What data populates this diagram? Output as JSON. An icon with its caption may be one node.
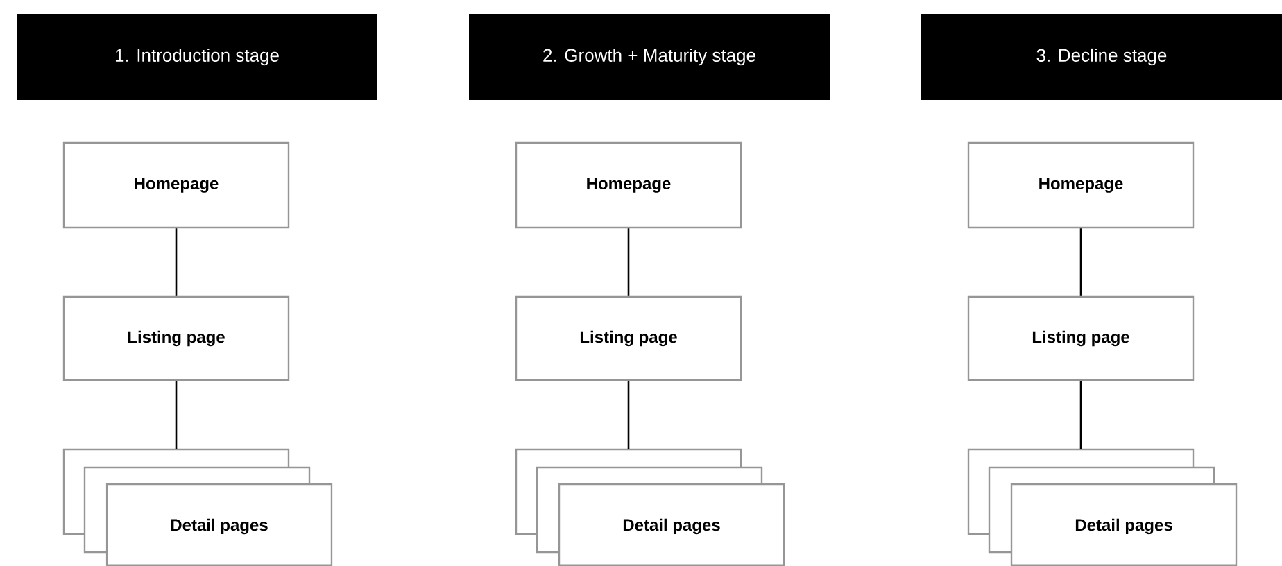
{
  "diagram": {
    "nodes": [
      {
        "text": [
          "1. Introduction stage"
        ]
      },
      {
        "text": [
          "Homepage"
        ]
      },
      {
        "text": [
          "Listing page"
        ]
      },
      {
        "text": [
          "Detail pages"
        ]
      },
      {
        "text": [
          "2. Growth + Maturity stage"
        ]
      },
      {
        "text": [
          "Homepage"
        ]
      },
      {
        "text": [
          "Listing page"
        ]
      },
      {
        "text": [
          "Detail pages"
        ]
      },
      {
        "text": [
          "3. Decline stage"
        ]
      },
      {
        "text": [
          "Homepage"
        ]
      },
      {
        "text": [
          "Listing page"
        ]
      },
      {
        "text": [
          "Detail pages"
        ]
      }
    ],
    "edges": [
      {
        "from": 1,
        "to": 2,
        "arrow": "none"
      },
      {
        "from": 2,
        "to": 3,
        "arrow": "none"
      },
      {
        "from": 5,
        "to": 6,
        "arrow": "none"
      },
      {
        "from": 6,
        "to": 7,
        "arrow": "none"
      },
      {
        "from": 9,
        "to": 10,
        "arrow": "none"
      },
      {
        "from": 10,
        "to": 11,
        "arrow": "none"
      }
    ]
  }
}
